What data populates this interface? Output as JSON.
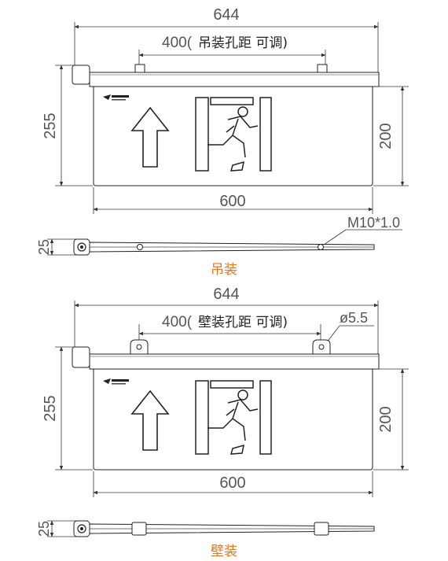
{
  "hanging_view": {
    "overall_width": "644",
    "hole_spacing": "400(",
    "hole_spacing_note": "吊装孔距  可调)",
    "height_total": "255",
    "height_panel": "200",
    "panel_width": "600",
    "side_thickness": "25",
    "thread_spec": "M10*1.0",
    "caption": "吊装"
  },
  "wall_view": {
    "overall_width": "644",
    "hole_spacing": "400(",
    "hole_spacing_note": "壁装孔距  可调)",
    "hole_diameter": "ø5.5",
    "height_total": "255",
    "height_panel": "200",
    "panel_width": "600",
    "side_thickness": "25",
    "caption": "壁装"
  },
  "colors": {
    "caption": "#e8761e",
    "line": "#333333",
    "panel": "#ffffff"
  },
  "icons": [
    "up-arrow-icon",
    "running-man-exit-icon",
    "brand-logo"
  ]
}
